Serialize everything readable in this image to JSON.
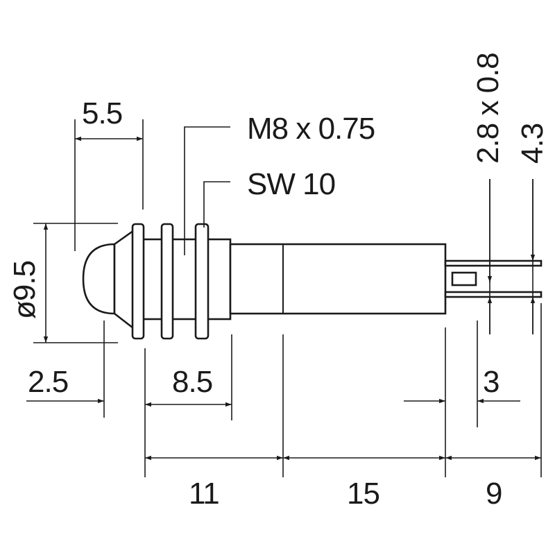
{
  "diagram": {
    "dim_tip_width": "5.5",
    "dim_diameter": "ø9.5",
    "dim_tip_offset": "2.5",
    "dim_thread_length": "8.5",
    "dim_front_length": "11",
    "dim_body_length": "15",
    "dim_pin_length": "9",
    "dim_pin_offset": "3",
    "dim_pin_size": "2.8 x 0.8",
    "dim_pin_spacing": "4.3",
    "label_thread": "M8 x 0.75",
    "label_wrench": "SW 10"
  },
  "colors": {
    "line": "#1a1a1a",
    "background": "#ffffff"
  }
}
